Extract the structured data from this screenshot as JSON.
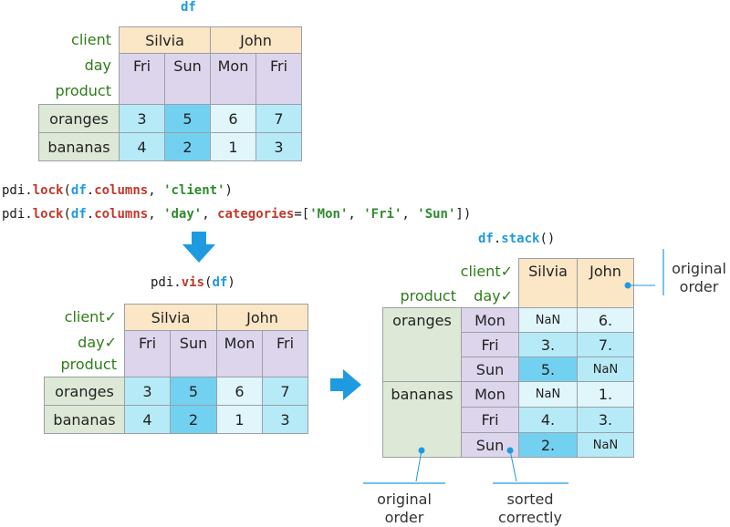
{
  "top_title": "df",
  "t1": {
    "labels": [
      "client",
      "day",
      "product"
    ],
    "clients": [
      "Silvia",
      "John"
    ],
    "days": [
      "Fri",
      "Sun",
      "Mon",
      "Fri"
    ],
    "rows": [
      {
        "label": "oranges",
        "values": [
          "3",
          "5",
          "6",
          "7"
        ]
      },
      {
        "label": "bananas",
        "values": [
          "4",
          "2",
          "1",
          "3"
        ]
      }
    ]
  },
  "code": {
    "line1": {
      "module": "pdi",
      "dot": ".",
      "func": "lock",
      "open": "(",
      "df": "df",
      "dot2": ".",
      "attr": "columns",
      "comma": ", ",
      "arg": "'client'",
      "close": ")"
    },
    "line2": {
      "module": "pdi",
      "dot": ".",
      "func": "lock",
      "open": "(",
      "df": "df",
      "dot2": ".",
      "attr": "columns",
      "comma": ", ",
      "arg": "'day'",
      "comma2": ", ",
      "kw": "categories",
      "eq": "=[",
      "c1": "'Mon'",
      "sep1": ", ",
      "c2": "'Fri'",
      "sep2": ", ",
      "c3": "'Sun'",
      "close": "])"
    }
  },
  "vis_call": {
    "module": "pdi",
    "dot": ".",
    "func": "vis",
    "open": "(",
    "arg": "df",
    "close": ")"
  },
  "t2": {
    "labels": [
      "client✓",
      "day✓",
      "product"
    ],
    "clients": [
      "Silvia",
      "John"
    ],
    "days": [
      "Fri",
      "Sun",
      "Mon",
      "Fri"
    ],
    "rows": [
      {
        "label": "oranges",
        "values": [
          "3",
          "5",
          "6",
          "7"
        ]
      },
      {
        "label": "bananas",
        "values": [
          "4",
          "2",
          "1",
          "3"
        ]
      }
    ]
  },
  "stack_call": {
    "obj": "df",
    "dot": ".",
    "func": "stack",
    "parens": "()"
  },
  "t3": {
    "labels": {
      "client": "client✓",
      "product": "product",
      "day": "day✓"
    },
    "clients": [
      "Silvia",
      "John"
    ],
    "groups": [
      {
        "label": "oranges",
        "rows": [
          {
            "day": "Mon",
            "values": [
              "NaN",
              "6."
            ]
          },
          {
            "day": "Fri",
            "values": [
              "3.",
              "7."
            ]
          },
          {
            "day": "Sun",
            "values": [
              "5.",
              "NaN"
            ]
          }
        ]
      },
      {
        "label": "bananas",
        "rows": [
          {
            "day": "Mon",
            "values": [
              "NaN",
              "1."
            ]
          },
          {
            "day": "Fri",
            "values": [
              "4.",
              "3."
            ]
          },
          {
            "day": "Sun",
            "values": [
              "2.",
              "NaN"
            ]
          }
        ]
      }
    ]
  },
  "annotations": {
    "right": [
      "original",
      "order"
    ],
    "bottom_left": [
      "original",
      "order"
    ],
    "bottom_right": [
      "sorted",
      "correctly"
    ]
  },
  "colors": {
    "accent": "#1f9ae0",
    "label_green": "#2e7d1a",
    "header_client": "#fbe6c6",
    "header_day": "#dcd5ec",
    "index": "#dde9d6",
    "value_light": "#e0f6fb",
    "value_mid": "#b6eaf7",
    "value_dark": "#72d1f1"
  }
}
